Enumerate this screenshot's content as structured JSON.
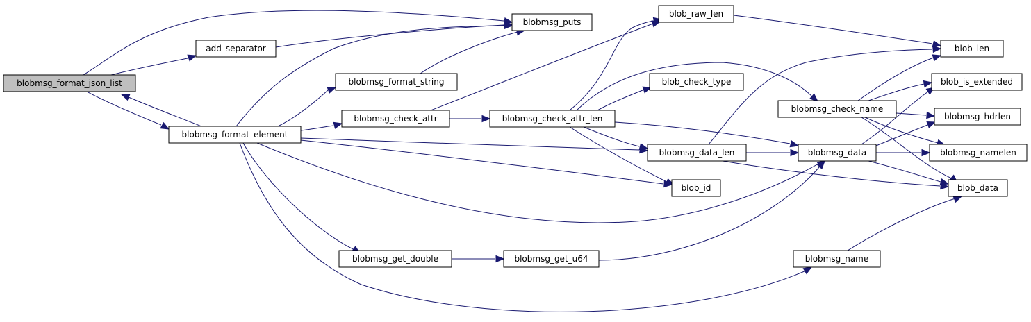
{
  "graph": {
    "edge_color": "#191970",
    "root_fill": "#bfbfbf",
    "node_fill": "#ffffff",
    "nodes": [
      {
        "id": "n_fmt_json_list",
        "label": "blobmsg_format_json_list",
        "root": true
      },
      {
        "id": "n_puts",
        "label": "blobmsg_puts"
      },
      {
        "id": "n_add_sep",
        "label": "add_separator"
      },
      {
        "id": "n_fmt_elem",
        "label": "blobmsg_format_element"
      },
      {
        "id": "n_fmt_string",
        "label": "blobmsg_format_string"
      },
      {
        "id": "n_check_attr",
        "label": "blobmsg_check_attr"
      },
      {
        "id": "n_get_double",
        "label": "blobmsg_get_double"
      },
      {
        "id": "n_check_attr_len",
        "label": "blobmsg_check_attr_len"
      },
      {
        "id": "n_get_u64",
        "label": "blobmsg_get_u64"
      },
      {
        "id": "n_raw_len",
        "label": "blob_raw_len"
      },
      {
        "id": "n_check_type",
        "label": "blob_check_type"
      },
      {
        "id": "n_data_len",
        "label": "blobmsg_data_len"
      },
      {
        "id": "n_blob_id",
        "label": "blob_id"
      },
      {
        "id": "n_check_name",
        "label": "blobmsg_check_name"
      },
      {
        "id": "n_msg_data",
        "label": "blobmsg_data"
      },
      {
        "id": "n_msg_name",
        "label": "blobmsg_name"
      },
      {
        "id": "n_blob_len",
        "label": "blob_len"
      },
      {
        "id": "n_is_ext",
        "label": "blob_is_extended"
      },
      {
        "id": "n_hdrlen",
        "label": "blobmsg_hdrlen"
      },
      {
        "id": "n_namelen",
        "label": "blobmsg_namelen"
      },
      {
        "id": "n_blob_data",
        "label": "blob_data"
      }
    ],
    "edges": [
      {
        "from": "n_fmt_json_list",
        "to": "n_puts"
      },
      {
        "from": "n_fmt_json_list",
        "to": "n_add_sep"
      },
      {
        "from": "n_fmt_json_list",
        "to": "n_fmt_elem"
      },
      {
        "from": "n_add_sep",
        "to": "n_puts"
      },
      {
        "from": "n_fmt_elem",
        "to": "n_puts"
      },
      {
        "from": "n_fmt_elem",
        "to": "n_fmt_json_list"
      },
      {
        "from": "n_fmt_elem",
        "to": "n_fmt_string"
      },
      {
        "from": "n_fmt_elem",
        "to": "n_check_attr"
      },
      {
        "from": "n_fmt_elem",
        "to": "n_data_len"
      },
      {
        "from": "n_fmt_elem",
        "to": "n_blob_id"
      },
      {
        "from": "n_fmt_elem",
        "to": "n_msg_data"
      },
      {
        "from": "n_fmt_elem",
        "to": "n_get_double"
      },
      {
        "from": "n_fmt_elem",
        "to": "n_msg_name"
      },
      {
        "from": "n_fmt_string",
        "to": "n_puts"
      },
      {
        "from": "n_check_attr",
        "to": "n_raw_len"
      },
      {
        "from": "n_check_attr",
        "to": "n_check_attr_len"
      },
      {
        "from": "n_check_attr_len",
        "to": "n_raw_len"
      },
      {
        "from": "n_check_attr_len",
        "to": "n_check_type"
      },
      {
        "from": "n_check_attr_len",
        "to": "n_check_name"
      },
      {
        "from": "n_check_attr_len",
        "to": "n_data_len"
      },
      {
        "from": "n_check_attr_len",
        "to": "n_blob_id"
      },
      {
        "from": "n_check_attr_len",
        "to": "n_msg_data"
      },
      {
        "from": "n_raw_len",
        "to": "n_blob_len"
      },
      {
        "from": "n_data_len",
        "to": "n_blob_len"
      },
      {
        "from": "n_data_len",
        "to": "n_msg_data"
      },
      {
        "from": "n_data_len",
        "to": "n_blob_data"
      },
      {
        "from": "n_check_name",
        "to": "n_blob_len"
      },
      {
        "from": "n_check_name",
        "to": "n_is_ext"
      },
      {
        "from": "n_check_name",
        "to": "n_hdrlen"
      },
      {
        "from": "n_check_name",
        "to": "n_namelen"
      },
      {
        "from": "n_check_name",
        "to": "n_blob_data"
      },
      {
        "from": "n_msg_data",
        "to": "n_is_ext"
      },
      {
        "from": "n_msg_data",
        "to": "n_hdrlen"
      },
      {
        "from": "n_msg_data",
        "to": "n_namelen"
      },
      {
        "from": "n_msg_data",
        "to": "n_blob_data"
      },
      {
        "from": "n_get_double",
        "to": "n_get_u64"
      },
      {
        "from": "n_get_u64",
        "to": "n_msg_data"
      },
      {
        "from": "n_msg_name",
        "to": "n_blob_data"
      }
    ]
  }
}
